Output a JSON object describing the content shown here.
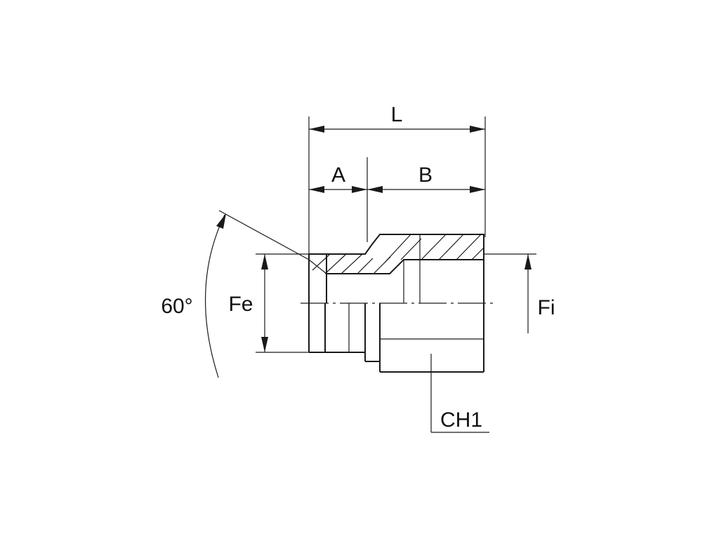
{
  "labels": {
    "overall_length": "L",
    "length_a": "A",
    "length_b": "B",
    "angle": "60°",
    "male_thread": "Fe",
    "female_thread": "Fi",
    "hex_size": "CH1"
  },
  "colors": {
    "line": "#1a1a1a",
    "background": "#ffffff"
  }
}
